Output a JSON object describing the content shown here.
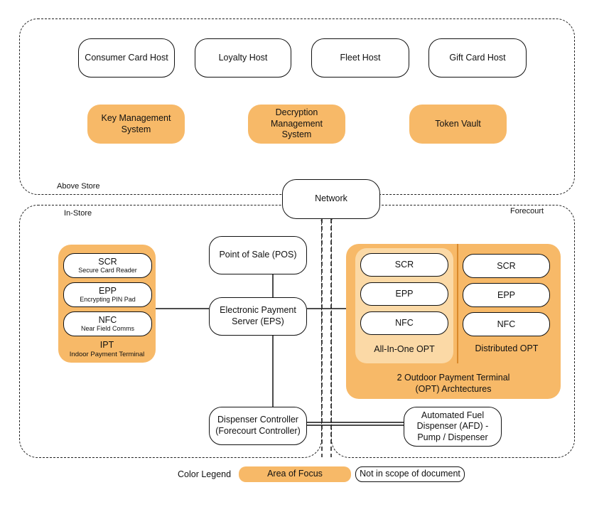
{
  "zones": {
    "above_store": "Above Store",
    "in_store": "In-Store",
    "forecourt": "Forecourt"
  },
  "hosts": {
    "consumer_card": "Consumer Card Host",
    "loyalty": "Loyalty Host",
    "fleet": "Fleet Host",
    "gift_card": "Gift Card Host"
  },
  "above_store_focus": {
    "key_management": "Key Management System",
    "decryption": "Decryption Management System",
    "token_vault": "Token Vault"
  },
  "network": "Network",
  "pos": "Point of Sale (POS)",
  "eps": "Electronic Payment Server (EPS)",
  "dispenser_controller": "Dispenser Controller (Forecourt Controller)",
  "afd": "Automated Fuel Dispenser (AFD) - Pump / Dispenser",
  "ipt": {
    "title": "IPT",
    "subtitle": "Indoor Payment Terminal",
    "items": [
      {
        "label": "SCR",
        "sub": "Secure Card Reader"
      },
      {
        "label": "EPP",
        "sub": "Encrypting PIN Pad"
      },
      {
        "label": "NFC",
        "sub": "Near Field Comms"
      }
    ]
  },
  "opt": {
    "all_in_one": {
      "title": "All-In-One OPT",
      "items": [
        "SCR",
        "EPP",
        "NFC"
      ]
    },
    "distributed": {
      "title": "Distributed OPT",
      "items": [
        "SCR",
        "EPP",
        "NFC"
      ]
    },
    "caption": "2 Outdoor Payment Terminal (OPT) Archtectures"
  },
  "legend": {
    "title": "Color Legend",
    "focus": "Area of Focus",
    "out_of_scope": "Not in scope of document"
  },
  "colors": {
    "focus": "#f7b968",
    "focus_light": "#fbd9a6",
    "outline": "#111111"
  }
}
